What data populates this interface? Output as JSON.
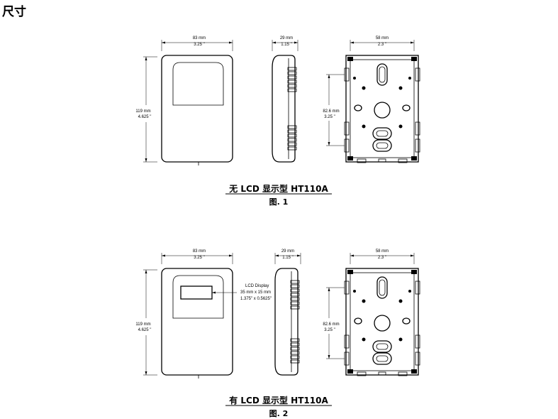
{
  "page": {
    "heading": "尺寸"
  },
  "figures": [
    {
      "caption": "无 LCD 显示型 HT110A",
      "label": "图. 1",
      "front": {
        "width_mm": "83 mm",
        "width_in": "3.25 \"",
        "height_mm": "119 mm",
        "height_in": "4.625 \""
      },
      "side": {
        "depth_mm": "29 mm",
        "depth_in": "1.15 \""
      },
      "back": {
        "width_mm": "58 mm",
        "width_in": "2.3 \"",
        "height_mm": "82.6 mm",
        "height_in": "3.25 \""
      }
    },
    {
      "caption": "有 LCD 显示型 HT110A",
      "label": "图. 2",
      "front": {
        "width_mm": "83 mm",
        "width_in": "3.25 \"",
        "height_mm": "119 mm",
        "height_in": "4.625 \""
      },
      "lcd": {
        "title": "LCD Display",
        "size_mm": "35 mm x 15 mm",
        "size_in": "1.375\" x 0.5625\""
      },
      "side": {
        "depth_mm": "29 mm",
        "depth_in": "1.15 \""
      },
      "back": {
        "width_mm": "58 mm",
        "width_in": "2.3 \"",
        "height_mm": "82.6 mm",
        "height_in": "3.25 \""
      }
    }
  ]
}
